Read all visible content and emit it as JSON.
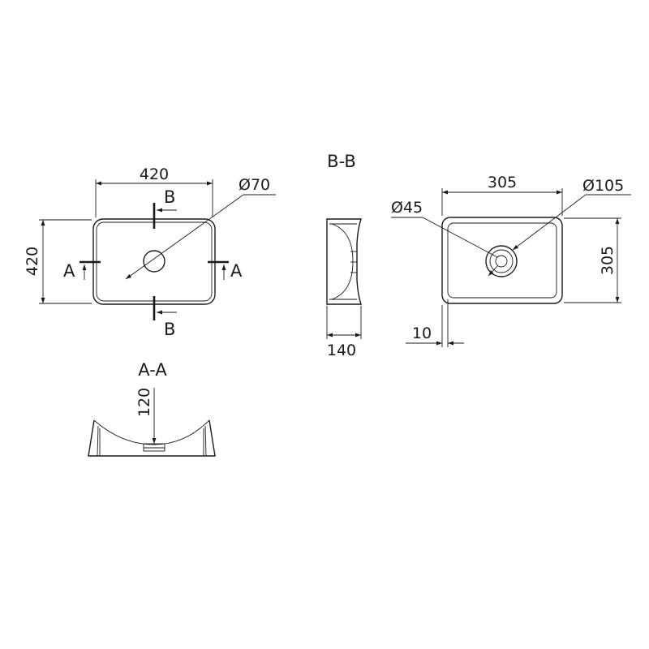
{
  "top_view": {
    "width_dim": "420",
    "depth_dim": "420",
    "drain_dim": "Ø70",
    "section_a_left": "A",
    "section_a_right": "A",
    "section_b_top": "B",
    "section_b_bottom": "B"
  },
  "section_bb": {
    "title": "B-B",
    "height_dim": "140"
  },
  "section_aa": {
    "title": "A-A",
    "height_dim": "120"
  },
  "inner_view": {
    "width_dim": "305",
    "depth_dim": "305",
    "outer_drain_dim": "Ø105",
    "inner_drain_dim": "Ø45",
    "wall_dim": "10"
  }
}
